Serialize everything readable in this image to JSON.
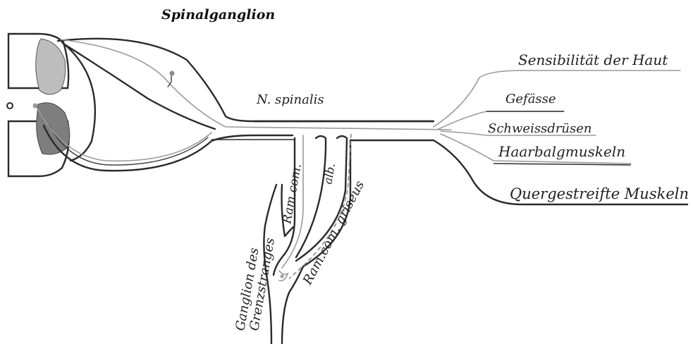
{
  "labels": {
    "spinalganglion": "Spinalganglion",
    "n_spinalis": "N. spinalis",
    "sensibilitaet": "Sensibilität der Haut",
    "gefaesse": "Gefässe",
    "schweissdruesen": "Schweissdrüsen",
    "haarbalgmuskeln": "Haarbalgmuskeln",
    "quergestreifte": "Quergestreifte Muskeln",
    "ram_com": "Ram.com.",
    "alb": "alb.",
    "ram_com_griseus": "Ram.com. griseus",
    "ganglion_line1": "Ganglion des",
    "ganglion_line2": "Grenzstranges"
  },
  "colors": {
    "ink": "#2a2a2a",
    "gray_matter_light": "#bdbdbd",
    "gray_matter_dark": "#7e7e7e",
    "fiber_gray": "#9a9a9a"
  }
}
